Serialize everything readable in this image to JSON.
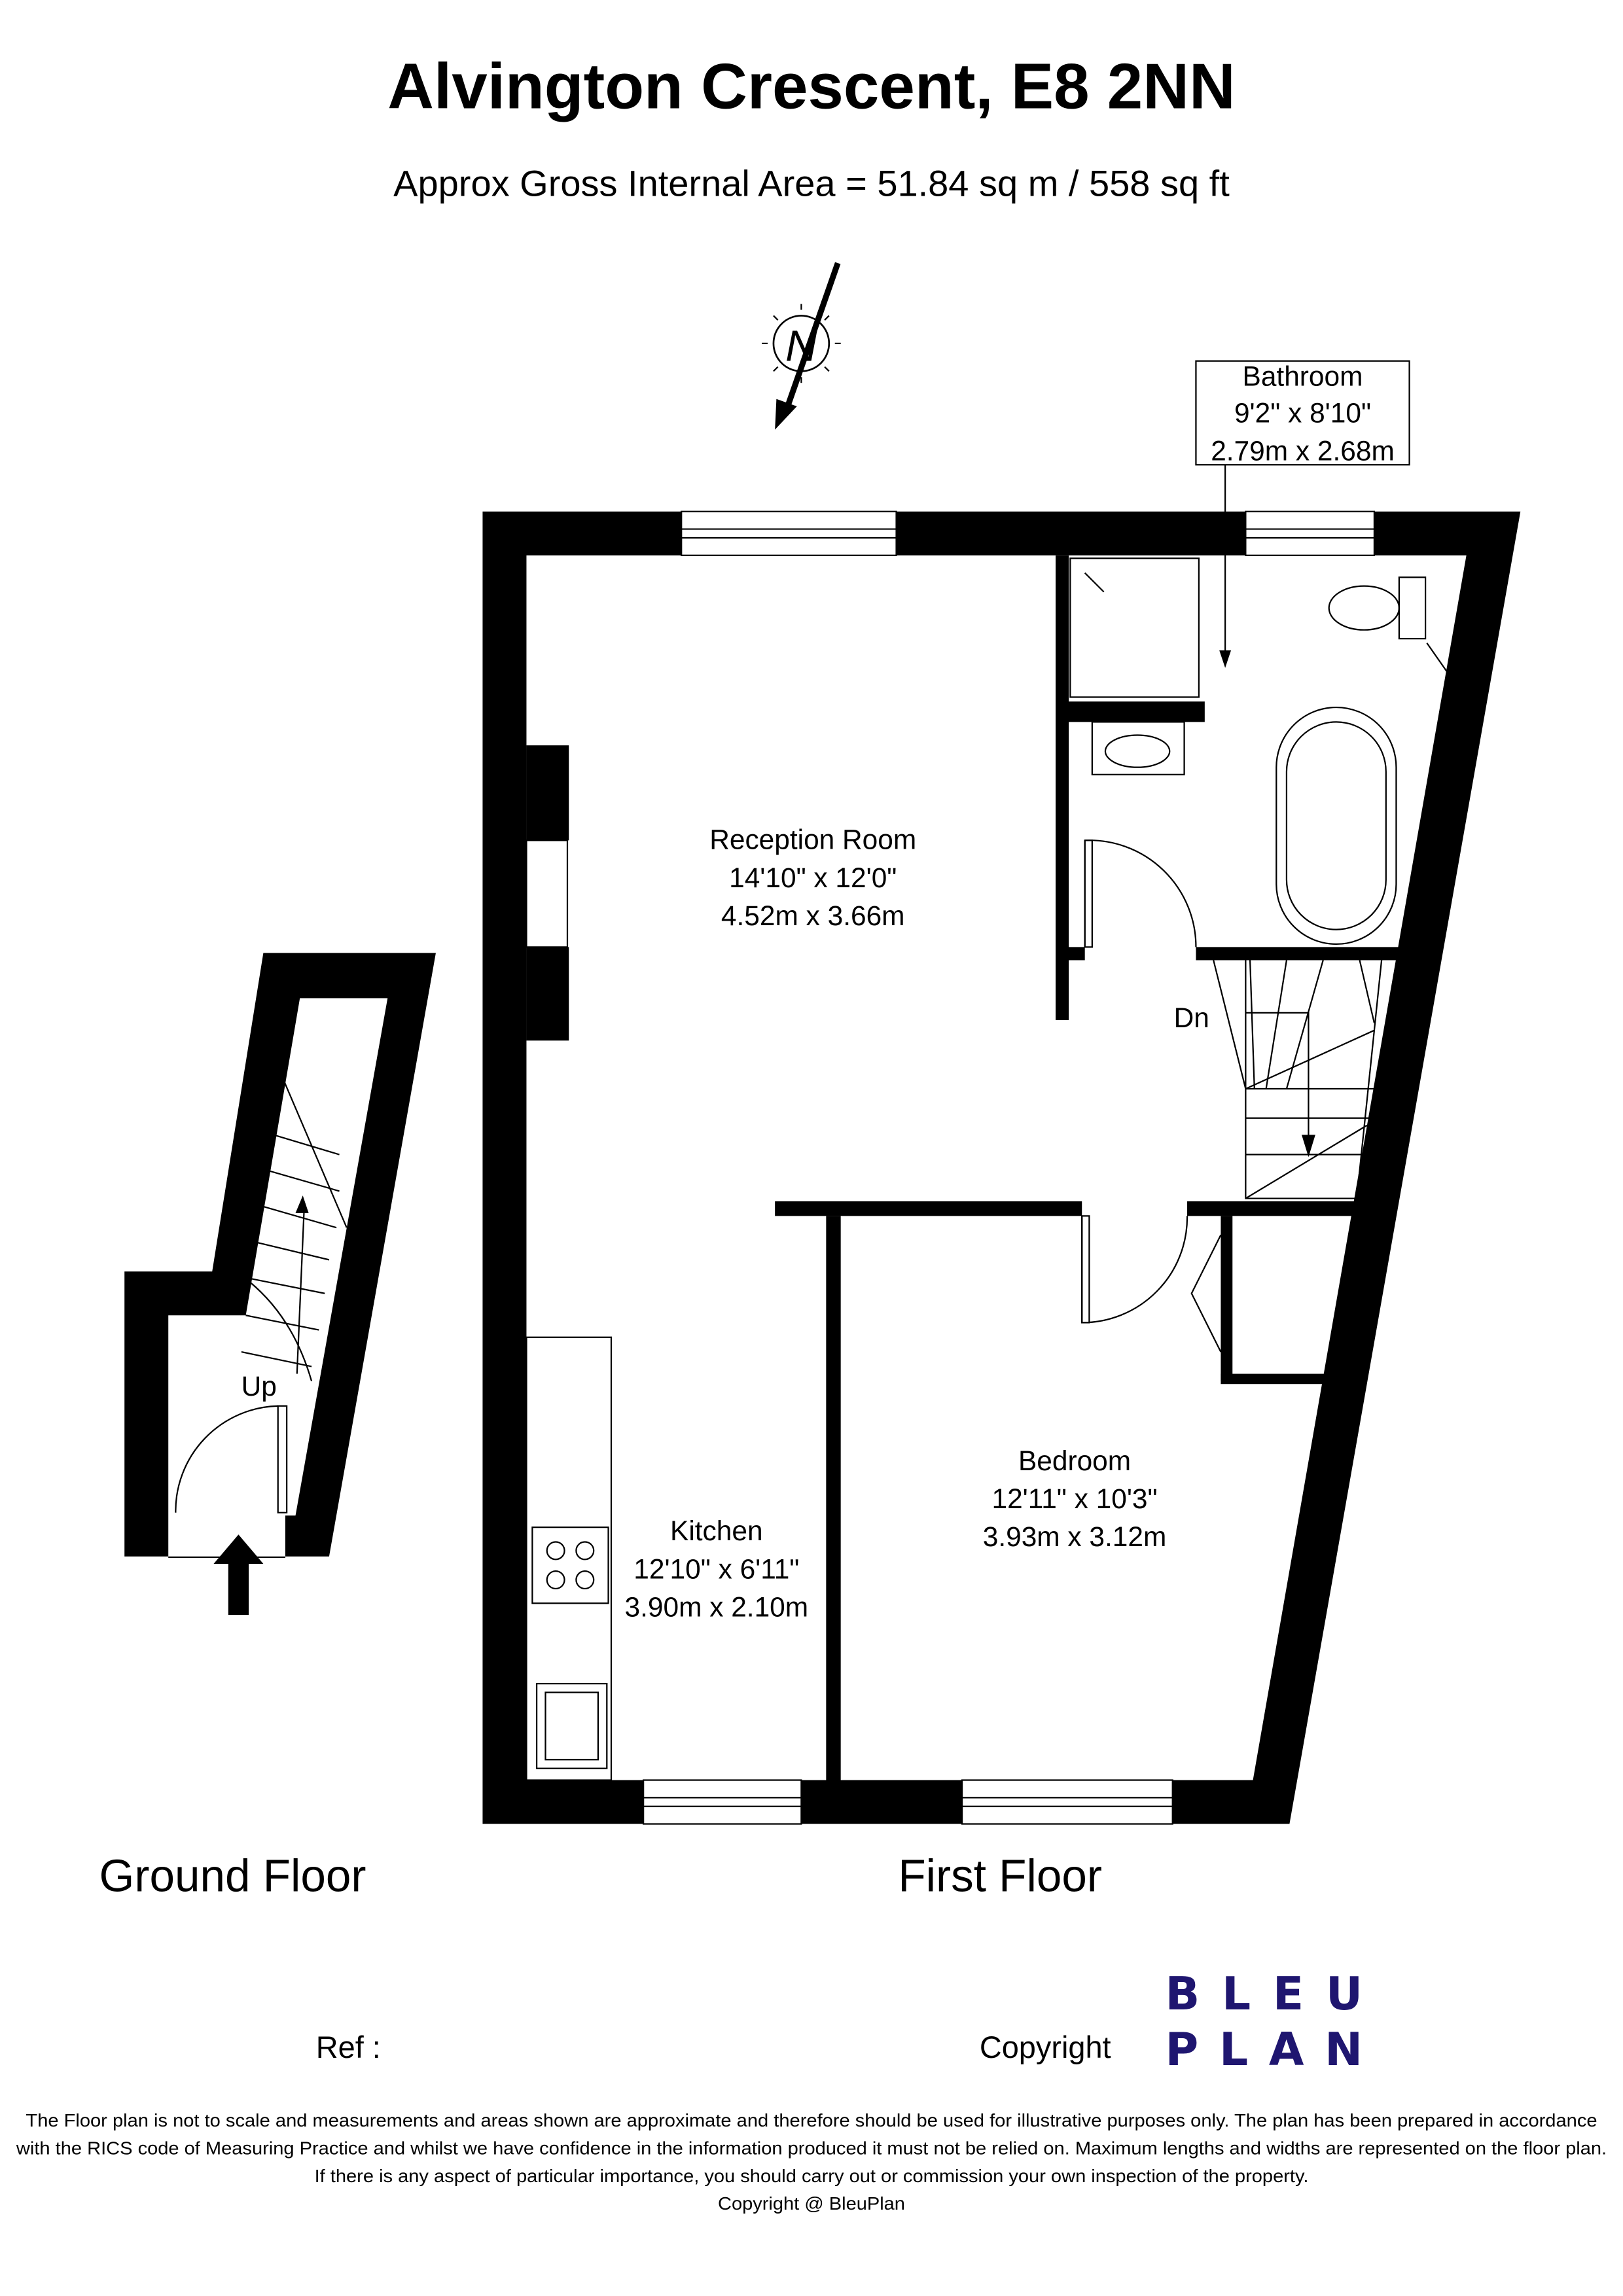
{
  "header": {
    "title": "Alvington Crescent, E8 2NN",
    "area": "Approx Gross Internal Area = 51.84 sq m / 558 sq ft"
  },
  "compass": {
    "letter": "N",
    "icon": "north-arrow-icon"
  },
  "rooms": {
    "bathroom": {
      "name": "Bathroom",
      "imperial": "9'2\" x 8'10\"",
      "metric": "2.79m x 2.68m"
    },
    "reception": {
      "name": "Reception Room",
      "imperial": "14'10\" x 12'0\"",
      "metric": "4.52m x 3.66m"
    },
    "kitchen": {
      "name": "Kitchen",
      "imperial": "12'10\" x 6'11\"",
      "metric": "3.90m x 2.10m"
    },
    "bedroom": {
      "name": "Bedroom",
      "imperial": "12'11\" x 10'3\"",
      "metric": "3.93m x 3.12m"
    }
  },
  "stairs": {
    "down": "Dn",
    "up": "Up"
  },
  "floors": {
    "ground": "Ground Floor",
    "first": "First Floor"
  },
  "footer": {
    "ref": "Ref  :",
    "copyright": "Copyright",
    "logo_line1": "B L E U",
    "logo_line2": "P L A N",
    "logo_color": "#1f1670",
    "disclaimer": [
      "The Floor plan is not to scale and measurements and areas shown are approximate and therefore should be used for illustrative purposes only. The plan has been prepared in accordance",
      "with the RICS code of Measuring Practice and whilst we have confidence in the information produced it must not be relied on. Maximum lengths and widths are represented on the floor plan.",
      "If there is any aspect of particular importance, you should carry out or commission your own inspection of the property.",
      "Copyright @ BleuPlan"
    ]
  }
}
